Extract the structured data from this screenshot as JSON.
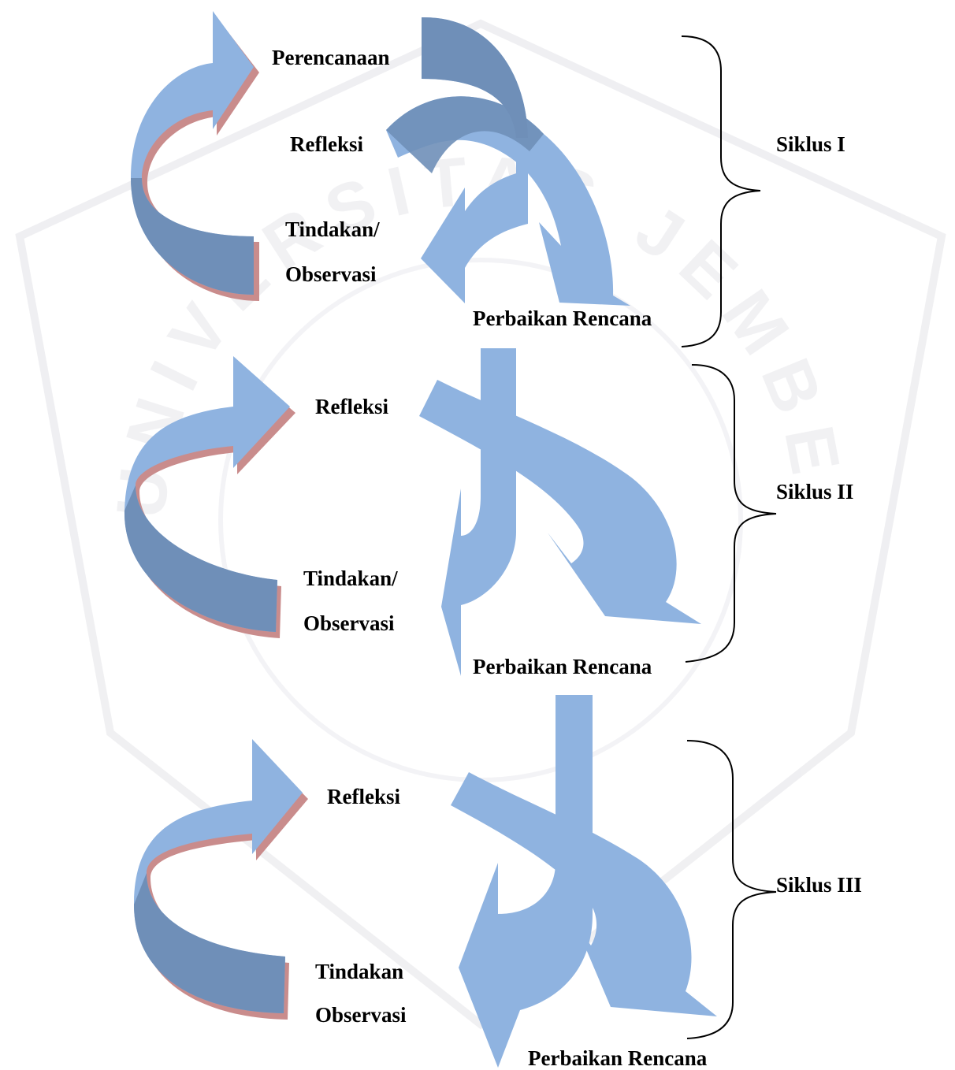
{
  "diagram": {
    "colors": {
      "arrow_light": "#8FB3E0",
      "arrow_dark": "#6F8FB8",
      "arrow_shadow": "#C98C8C",
      "text": "#000000",
      "watermark": "#E6E6EA"
    },
    "cycle1": {
      "label_perencanaan": "Perencanaan",
      "label_refleksi": "Refleksi",
      "label_tindakan": "Tindakan/",
      "label_observasi": "Observasi",
      "label_perbaikan": "Perbaikan Rencana",
      "siklus": "Siklus I"
    },
    "cycle2": {
      "label_refleksi": "Refleksi",
      "label_tindakan": "Tindakan/",
      "label_observasi": "Observasi",
      "label_perbaikan": "Perbaikan Rencana",
      "siklus": "Siklus II"
    },
    "cycle3": {
      "label_refleksi": "Refleksi",
      "label_tindakan": "Tindakan",
      "label_observasi": "Observasi",
      "label_perbaikan": "Perbaikan Rencana",
      "siklus": "Siklus III"
    },
    "watermark_text": "UNIVERSITAS JEMBER"
  }
}
